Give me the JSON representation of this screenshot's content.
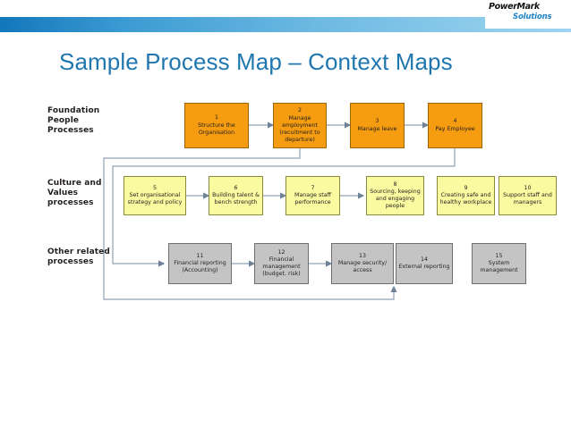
{
  "header": {
    "logo_line1": "PowerMark",
    "logo_line2": "Solutions",
    "bar_color_left": "#1277bb",
    "bar_color_right": "#9ed4ef"
  },
  "title": "Sample Process Map – Context Maps",
  "theme": {
    "title_color": "#2077b0",
    "orange_fill": "#F59C11",
    "yellow_fill": "#FAFAA0",
    "grey_fill": "#C4C4C4",
    "connector_color": "#8fa2b5"
  },
  "diagram": {
    "row_labels": [
      {
        "id": "foundation",
        "text": "Foundation\nPeople\nProcesses"
      },
      {
        "id": "culture",
        "text": "Culture and\nValues\nprocesses"
      },
      {
        "id": "other",
        "text": "Other related\nprocesses"
      }
    ],
    "boxes": [
      {
        "num": "1",
        "text": "Structure the\nOrganisation",
        "color": "orange"
      },
      {
        "num": "2",
        "text": "Manage\nemployment\n(recuitment to\ndeparture)",
        "color": "orange"
      },
      {
        "num": "3",
        "text": "Manage leave",
        "color": "orange"
      },
      {
        "num": "4",
        "text": "Pay Employee",
        "color": "orange"
      },
      {
        "num": "5",
        "text": "Set organisational\nstrategy and policy",
        "color": "yellow"
      },
      {
        "num": "6",
        "text": "Building talent &\nbench strength",
        "color": "yellow"
      },
      {
        "num": "7",
        "text": "Manage staff\nperformance",
        "color": "yellow"
      },
      {
        "num": "8",
        "text": "Sourcing, keeping\nand engaging\npeople",
        "color": "yellow"
      },
      {
        "num": "9",
        "text": "Creating safe and\nhealthy workplace",
        "color": "yellow"
      },
      {
        "num": "10",
        "text": "Support staff and\nmanagers",
        "color": "yellow"
      },
      {
        "num": "11",
        "text": "Financial reporting\n(Accounting)",
        "color": "grey"
      },
      {
        "num": "12",
        "text": "Financial\nmanagement\n(budget, risk)",
        "color": "grey"
      },
      {
        "num": "13",
        "text": "Manage security/\naccess",
        "color": "grey"
      },
      {
        "num": "14",
        "text": "External reporting",
        "color": "grey"
      },
      {
        "num": "15",
        "text": "System\nmanagement",
        "color": "grey"
      }
    ]
  }
}
